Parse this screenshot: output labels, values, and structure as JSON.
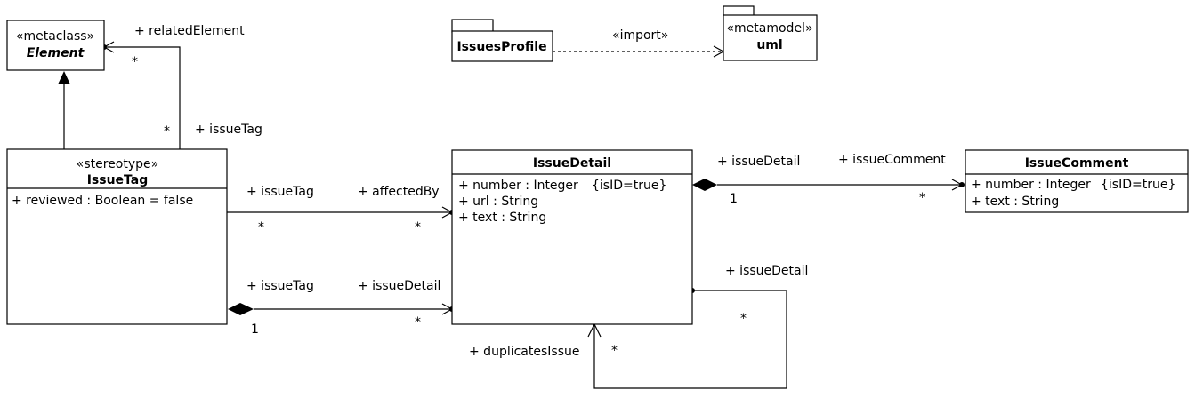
{
  "packages": {
    "issues_profile": "IssuesProfile",
    "uml_stereotype": "«metamodel»",
    "uml_name": "uml",
    "import_label": "«import»"
  },
  "classes": {
    "element": {
      "stereotype": "«metaclass»",
      "name": "Element"
    },
    "issue_tag": {
      "stereotype": "«stereotype»",
      "name": "IssueTag",
      "attributes": [
        "+ reviewed : Boolean  = false"
      ]
    },
    "issue_detail": {
      "name": "IssueDetail",
      "attributes": [
        {
          "text": "+ number : Integer",
          "constraint": "{isID=true}"
        },
        {
          "text": "+ url : String",
          "constraint": ""
        },
        {
          "text": "+ text : String",
          "constraint": ""
        }
      ]
    },
    "issue_comment": {
      "name": "IssueComment",
      "attributes": [
        {
          "text": "+ number : Integer",
          "constraint": "{isID=true}"
        },
        {
          "text": "+ text : String",
          "constraint": ""
        }
      ]
    }
  },
  "associations": {
    "related_element": {
      "role": "+ relatedElement",
      "multiplicity": "*"
    },
    "issue_tag_upper": {
      "role": "+ issueTag",
      "multiplicity": "*"
    },
    "affected_tag_role": "+ issueTag",
    "affected_tag_mult": "*",
    "affected_by_role": "+ affectedBy",
    "affected_by_mult": "*",
    "comp_tag_role": "+ issueTag",
    "comp_tag_mult": "1",
    "comp_detail_role": "+ issueDetail",
    "comp_detail_mult": "*",
    "comment_detail_role": "+ issueDetail",
    "comment_detail_mult": "1",
    "comment_role": "+ issueComment",
    "comment_mult": "*",
    "self_detail_role": "+ issueDetail",
    "self_detail_mult": "*",
    "self_dup_role": "+ duplicatesIssue",
    "self_dup_mult": "*"
  }
}
